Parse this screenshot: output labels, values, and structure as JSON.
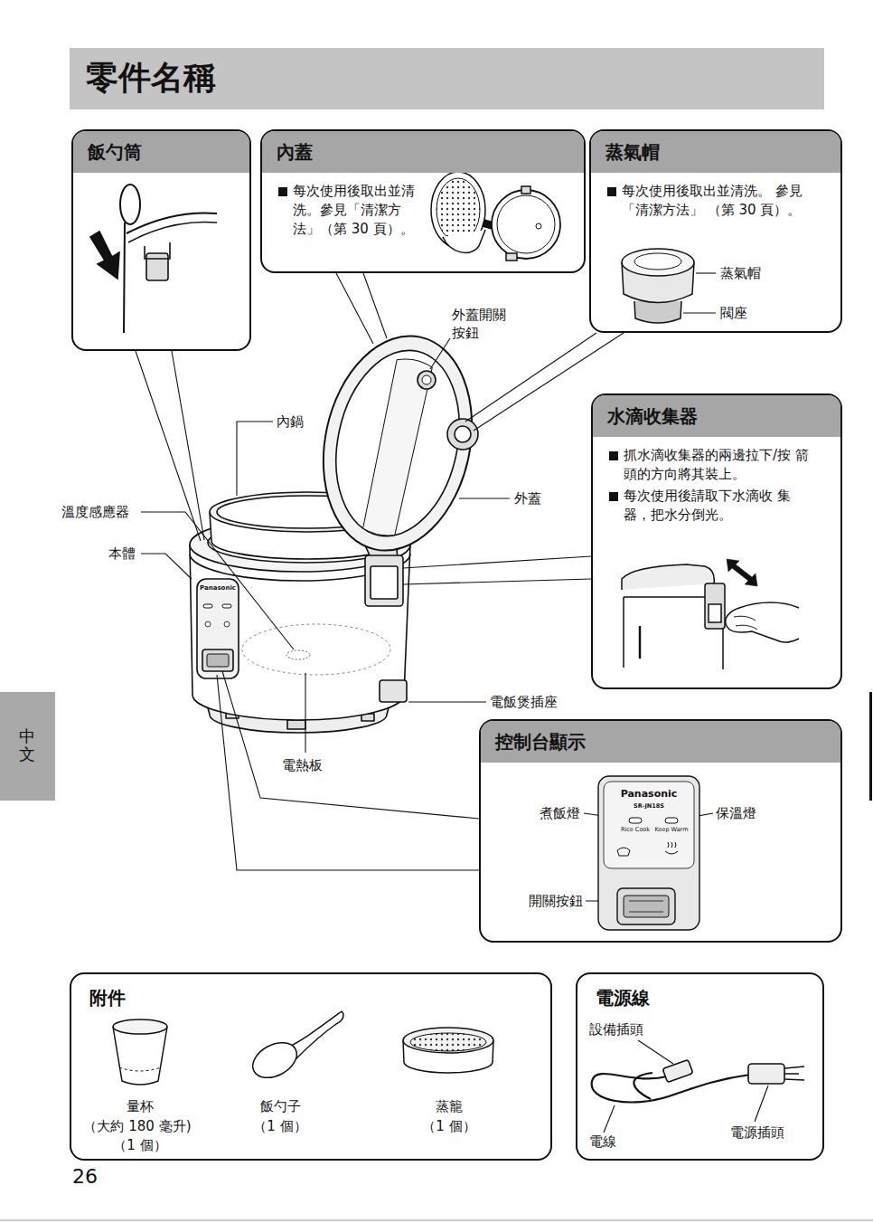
{
  "diagram": {
    "title": "零件名稱",
    "nodes": [
      {
        "text": [
          "飯勺筒"
        ]
      },
      {
        "text": [
          "內蓋",
          "每次使用後取出並清 洗。參見「清潔方 法」（第 30 頁）。"
        ]
      },
      {
        "text": [
          "蒸氣帽",
          "每次使用後取出並清洗。 參見「清潔方法」 （第 30 頁）。"
        ]
      },
      {
        "text": [
          "水滴收集器",
          "抓水滴收集器的兩邊拉下/按 箭頭的方向將其裝上。",
          "每次使用後請取下水滴收 集器，把水分倒光。"
        ]
      },
      {
        "text": [
          "控制台顯示"
        ]
      },
      {
        "text": [
          "附件"
        ]
      },
      {
        "text": [
          "電源線"
        ]
      }
    ],
    "labels": [
      "外蓋開關 按鈕",
      "內鍋",
      "溫度感應器",
      "本體",
      "外蓋",
      "電飯煲插座",
      "電熱板",
      "Panasonic",
      "蒸氣帽",
      "閥座",
      "煮飯燈",
      "保溫燈",
      "Panasonic",
      "SR-JN18S",
      "Rice Cook",
      "Keep Warm",
      "開關按鈕",
      "量杯",
      "（大約 180 毫升)",
      "（1 個）",
      "飯勺子",
      "（1 個）",
      "蒸籠",
      "（1 個）",
      "設備插頭",
      "電線",
      "電源插頭",
      "中文",
      "26"
    ]
  }
}
